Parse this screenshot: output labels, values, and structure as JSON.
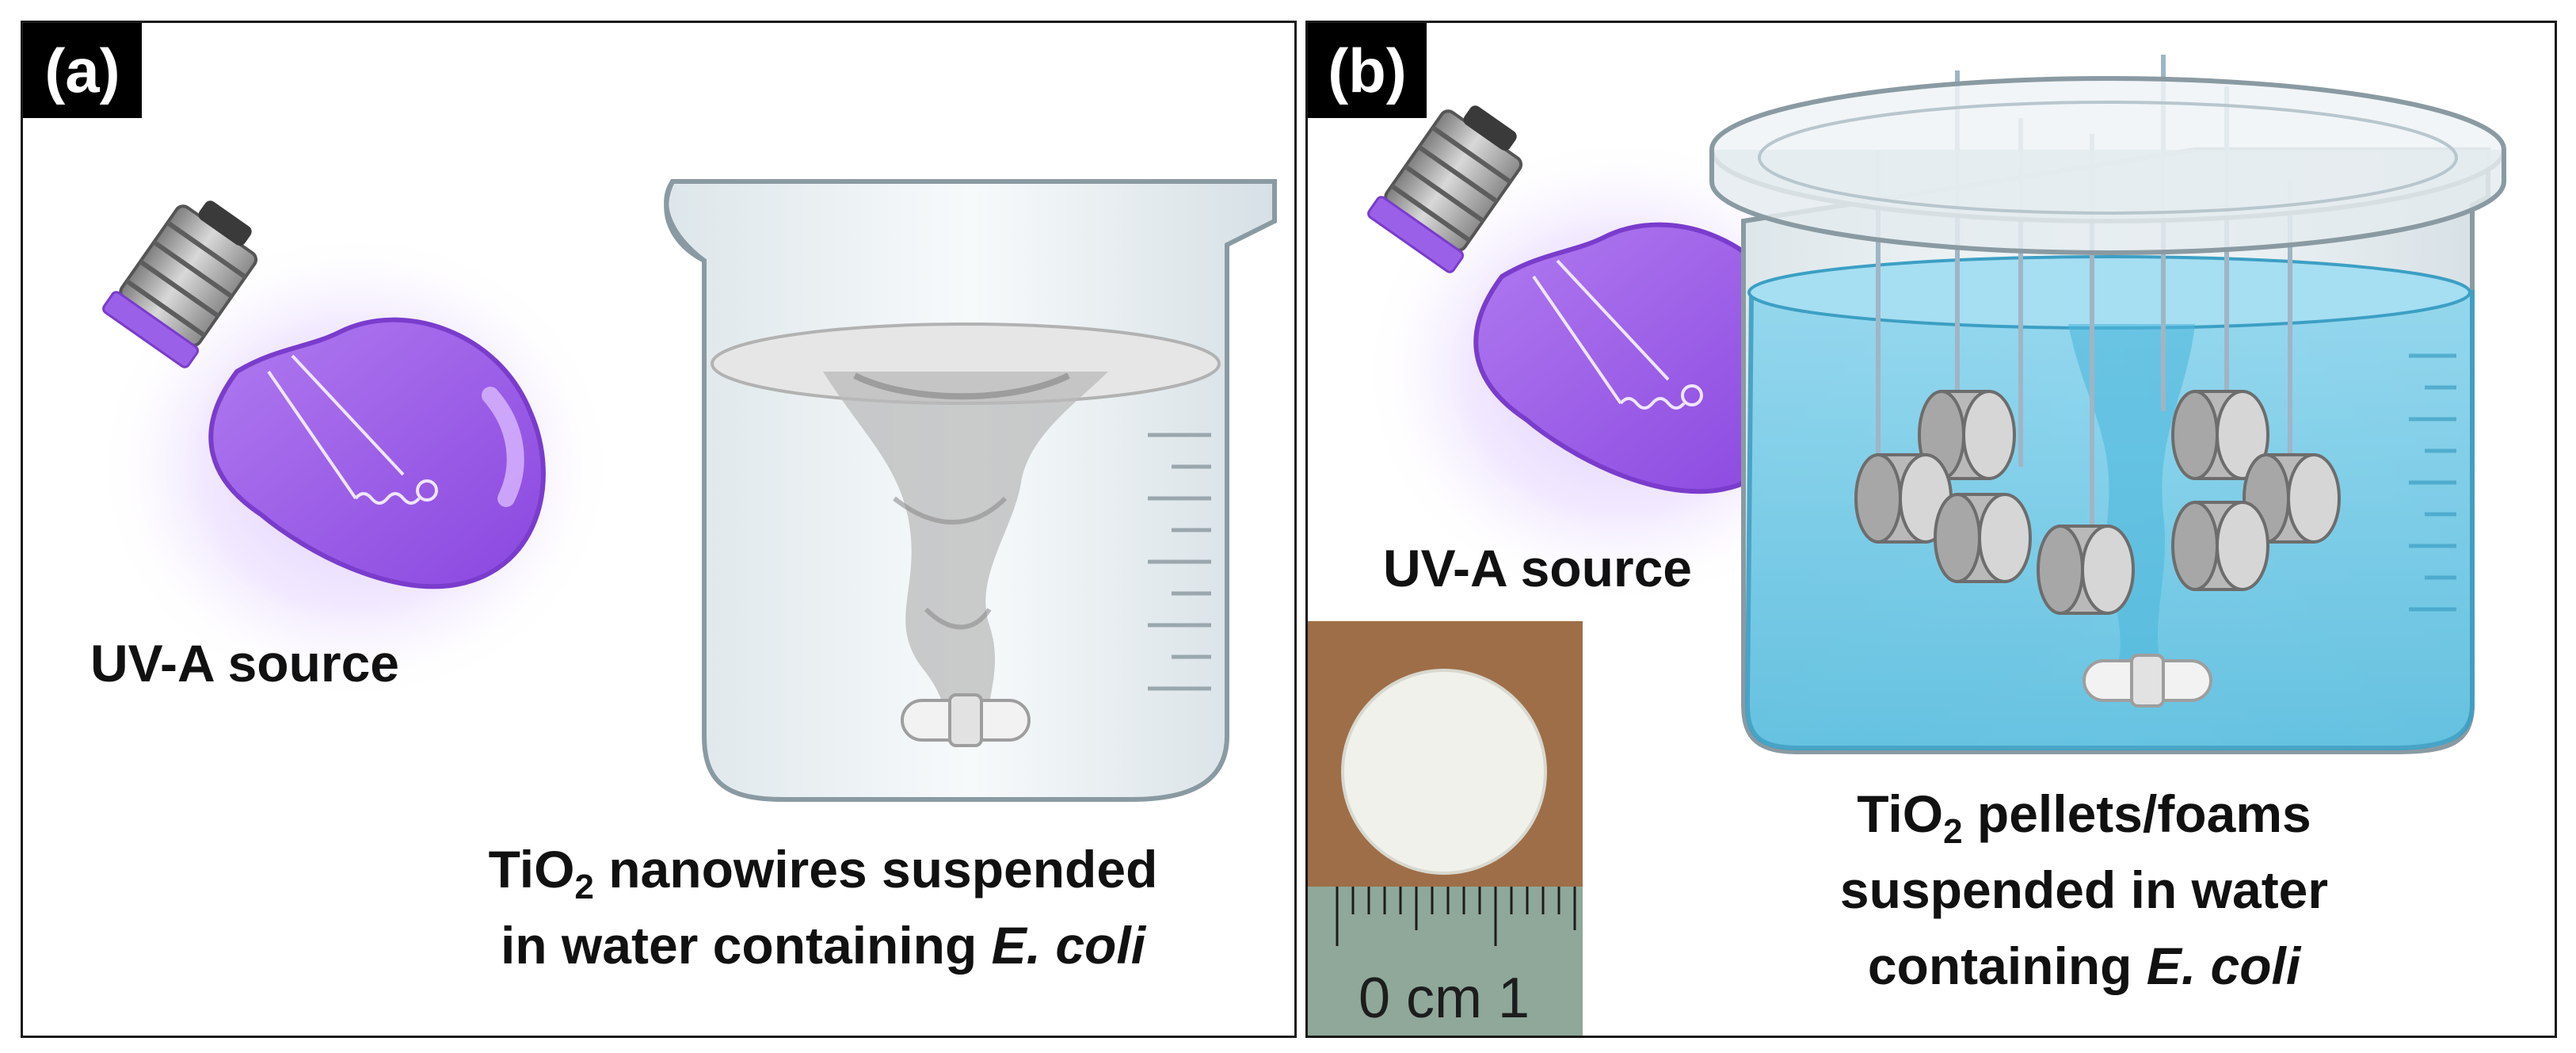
{
  "panel_a": {
    "tag": "(a)",
    "source_label": "UV-A source",
    "caption": {
      "line1_pre": "TiO",
      "line1_sub": "2",
      "line1_post": " nanowires suspended",
      "line2_pre": "in water containing ",
      "line2_italic": "E. coli"
    }
  },
  "panel_b": {
    "tag": "(b)",
    "source_label": "UV-A source",
    "caption": {
      "line1_pre": "TiO",
      "line1_sub": "2",
      "line1_post": " pellets/foams",
      "line2": "suspended in water",
      "line3_pre": "containing ",
      "line3_italic": "E. coli"
    },
    "photo_scale": "0 cm 1"
  },
  "colors": {
    "bulb_purple": "#9a5be6",
    "bulb_glow": "#d9c2ff",
    "water_blue": "#6fc9e6",
    "pellet_gray": "#c9c9c9",
    "photo_brown": "#9a6a44",
    "ruler_green": "#8fa89a"
  }
}
